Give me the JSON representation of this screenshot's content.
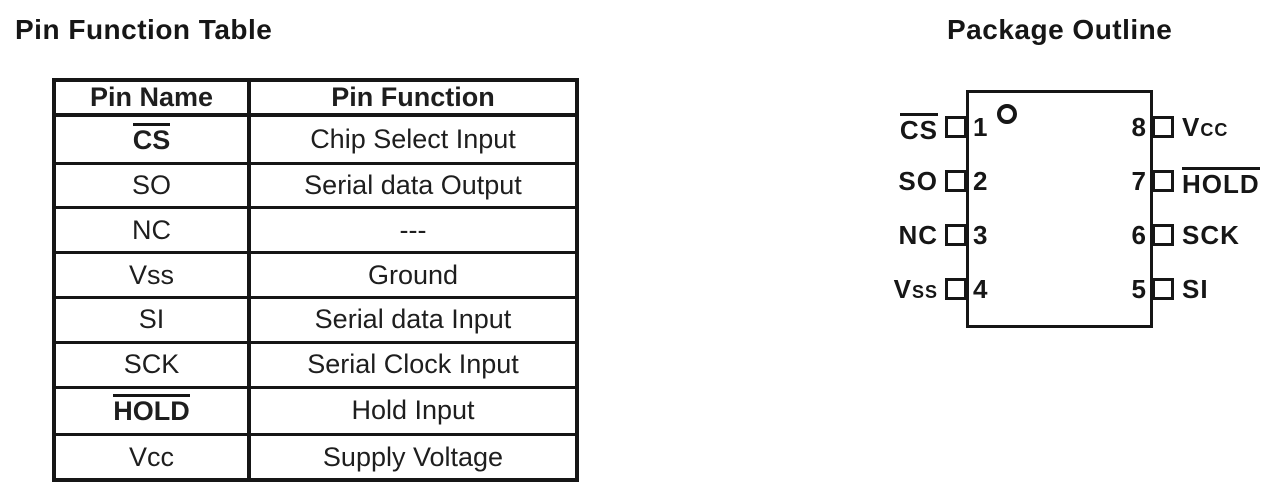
{
  "colors": {
    "ink": "#161616",
    "background": "#ffffff"
  },
  "pin_function_table": {
    "title": "Pin Function Table",
    "columns": [
      "Pin Name",
      "Pin Function"
    ],
    "rows": [
      {
        "name": "CS",
        "overline": true,
        "function": "Chip Select Input"
      },
      {
        "name": "SO",
        "overline": false,
        "function": "Serial data Output"
      },
      {
        "name": "NC",
        "overline": false,
        "function": "---"
      },
      {
        "name": "Vss",
        "overline": false,
        "function": "Ground"
      },
      {
        "name": "SI",
        "overline": false,
        "function": "Serial data Input"
      },
      {
        "name": "SCK",
        "overline": false,
        "function": "Serial Clock Input"
      },
      {
        "name": "HOLD",
        "overline": true,
        "function": "Hold Input"
      },
      {
        "name": "Vcc",
        "overline": false,
        "function": "Supply Voltage"
      }
    ]
  },
  "package_outline": {
    "title": "Package Outline",
    "pin1_indicator": "circle",
    "left_pins": [
      {
        "number": "1",
        "label": "CS",
        "overline": true
      },
      {
        "number": "2",
        "label": "SO",
        "overline": false
      },
      {
        "number": "3",
        "label": "NC",
        "overline": false
      },
      {
        "number": "4",
        "label": "Vss",
        "overline": false
      }
    ],
    "right_pins": [
      {
        "number": "8",
        "label": "Vcc",
        "overline": false
      },
      {
        "number": "7",
        "label": "HOLD",
        "overline": true
      },
      {
        "number": "6",
        "label": "SCK",
        "overline": false
      },
      {
        "number": "5",
        "label": "SI",
        "overline": false
      }
    ]
  }
}
